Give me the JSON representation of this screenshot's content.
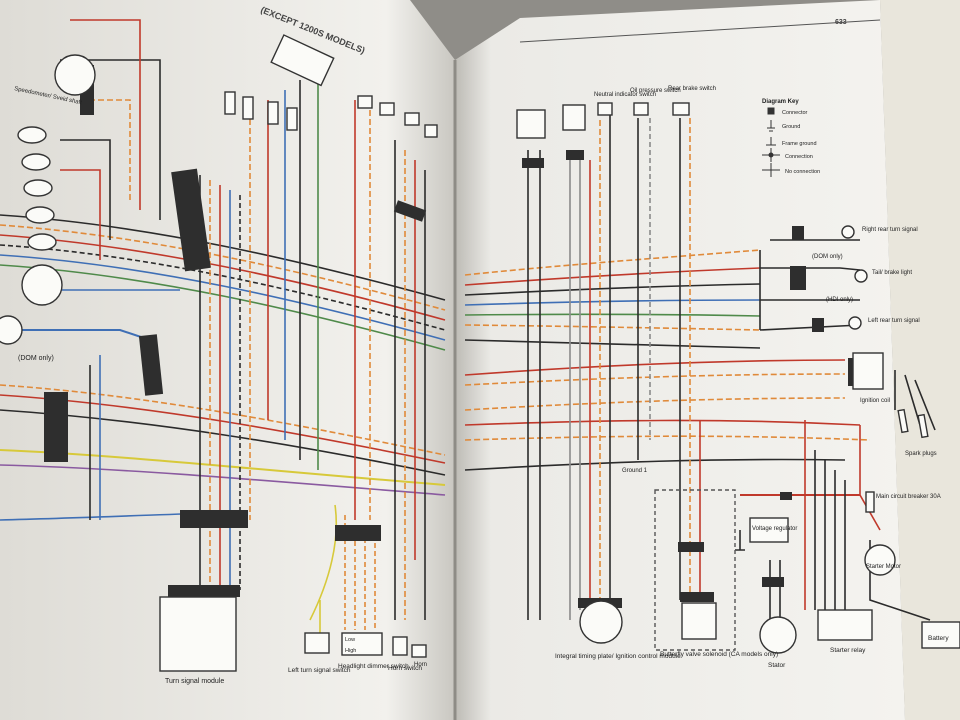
{
  "left_page": {
    "header": "(EXCEPT 1200S MODELS)",
    "labels": {
      "speedometer": "Speedometer/ Sveid shaft",
      "dom_only": "(DOM only)",
      "turn_signal_module": "Turn signal module",
      "left_turn_switch": "Left turn signal switch",
      "headlight_dimmer": "Headlight dimmer switch",
      "horn_switch": "Horn switch",
      "horn": "Horn",
      "low": "Low",
      "high": "High"
    }
  },
  "right_page": {
    "page_number": "633",
    "labels": {
      "neutral": "Neutral indicator switch",
      "oil_pressure": "Oil pressure switch",
      "rear_brake": "Rear brake switch",
      "diagram_key": "Diagram Key",
      "key_connector": "Connector",
      "key_ground": "Ground",
      "key_frame_ground": "Frame ground",
      "key_connection": "Connection",
      "key_no_connection": "No connection",
      "right_rear_turn": "Right rear turn signal",
      "dom_only": "(DOM only)",
      "hdi_only": "(HDI only)",
      "tail_brake": "Tail/ brake light",
      "left_rear_turn": "Left rear turn signal",
      "ignition_coil": "Ignition coil",
      "spark_plugs": "Spark plugs",
      "ground1": "Ground 1",
      "main_breaker": "Main circuit breaker 30A",
      "voltage_regulator": "Voltage regulator",
      "starter_motor": "Starter Motor",
      "timing_plate": "Integral timing plate/ Ignition control module",
      "butterfly": "Butterfly valve solenoid (CA models only)",
      "stator": "Stator",
      "starter_relay": "Starter relay",
      "battery": "Battery"
    }
  },
  "colors": {
    "black": "#2b2b2b",
    "red": "#c0392b",
    "orange": "#e08a3a",
    "blue": "#3f6fb5",
    "green": "#4f8a4a",
    "yellow": "#d7c93a",
    "violet": "#8a5aa0",
    "gray": "#8a8a8a",
    "connector": "#2e2e2e"
  }
}
